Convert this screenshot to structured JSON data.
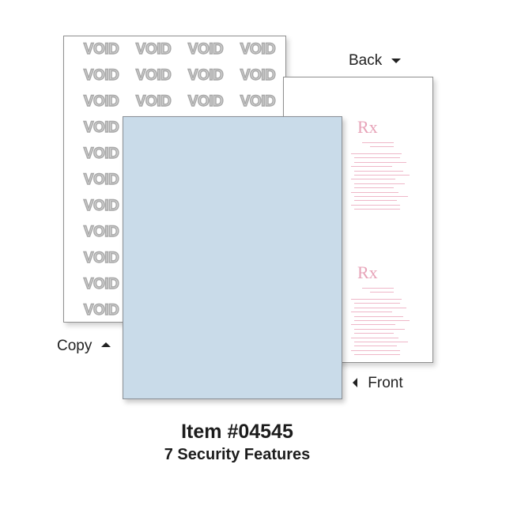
{
  "copy_sheet": {
    "label": "Copy",
    "watermark_text": "VOID",
    "watermark_color": "#a8a8a8"
  },
  "back_sheet": {
    "label": "Back",
    "rx_symbol": "Rx",
    "ink_color": "#e7a3b8"
  },
  "front_sheet": {
    "label": "Front",
    "color": "#c9dbe9"
  },
  "product": {
    "item": "Item #04545",
    "subtitle": "7 Security Features"
  }
}
